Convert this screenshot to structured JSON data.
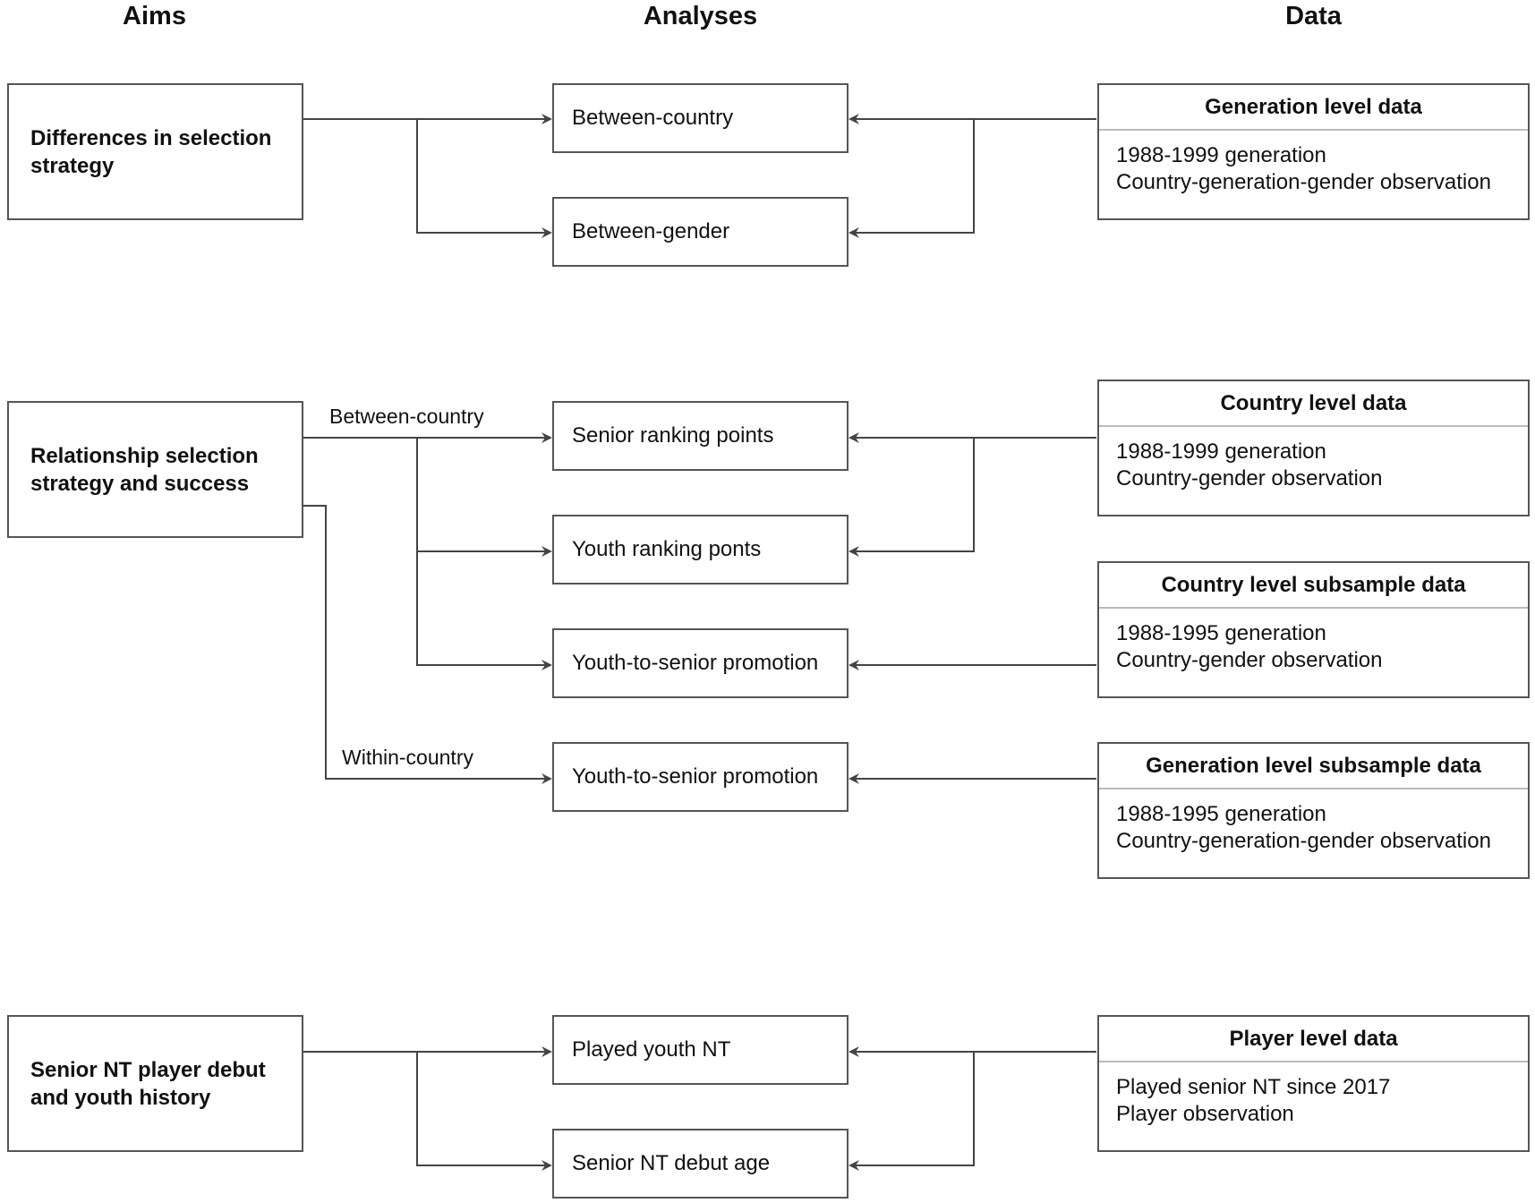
{
  "headers": {
    "aims": "Aims",
    "analyses": "Analyses",
    "data": "Data"
  },
  "aims": [
    {
      "label": "Differences in selection strategy"
    },
    {
      "label": "Relationship selection strategy and success"
    },
    {
      "label": "Senior NT player debut and youth history"
    }
  ],
  "analyses": [
    {
      "label": "Between-country"
    },
    {
      "label": "Between-gender"
    },
    {
      "label": "Senior ranking points"
    },
    {
      "label": "Youth ranking ponts"
    },
    {
      "label": "Youth-to-senior promotion"
    },
    {
      "label": "Youth-to-senior promotion"
    },
    {
      "label": "Played youth NT"
    },
    {
      "label": "Senior NT debut age"
    }
  ],
  "data_sources": [
    {
      "title": "Generation level data",
      "lines": [
        "1988-1999 generation",
        "Country-generation-gender observation"
      ]
    },
    {
      "title": "Country level data",
      "lines": [
        "1988-1999 generation",
        "Country-gender observation"
      ]
    },
    {
      "title": "Country level subsample data",
      "lines": [
        "1988-1995 generation",
        "Country-gender observation"
      ]
    },
    {
      "title": "Generation level subsample data",
      "lines": [
        "1988-1995 generation",
        "Country-generation-gender observation"
      ]
    },
    {
      "title": "Player level data",
      "lines": [
        "Played senior NT since 2017",
        "Player observation"
      ]
    }
  ],
  "edge_labels": {
    "between_country": "Between-country",
    "within_country": "Within-country"
  },
  "colors": {
    "line": "#444444",
    "border": "#555555",
    "title_divider": "#bbbbbb"
  }
}
